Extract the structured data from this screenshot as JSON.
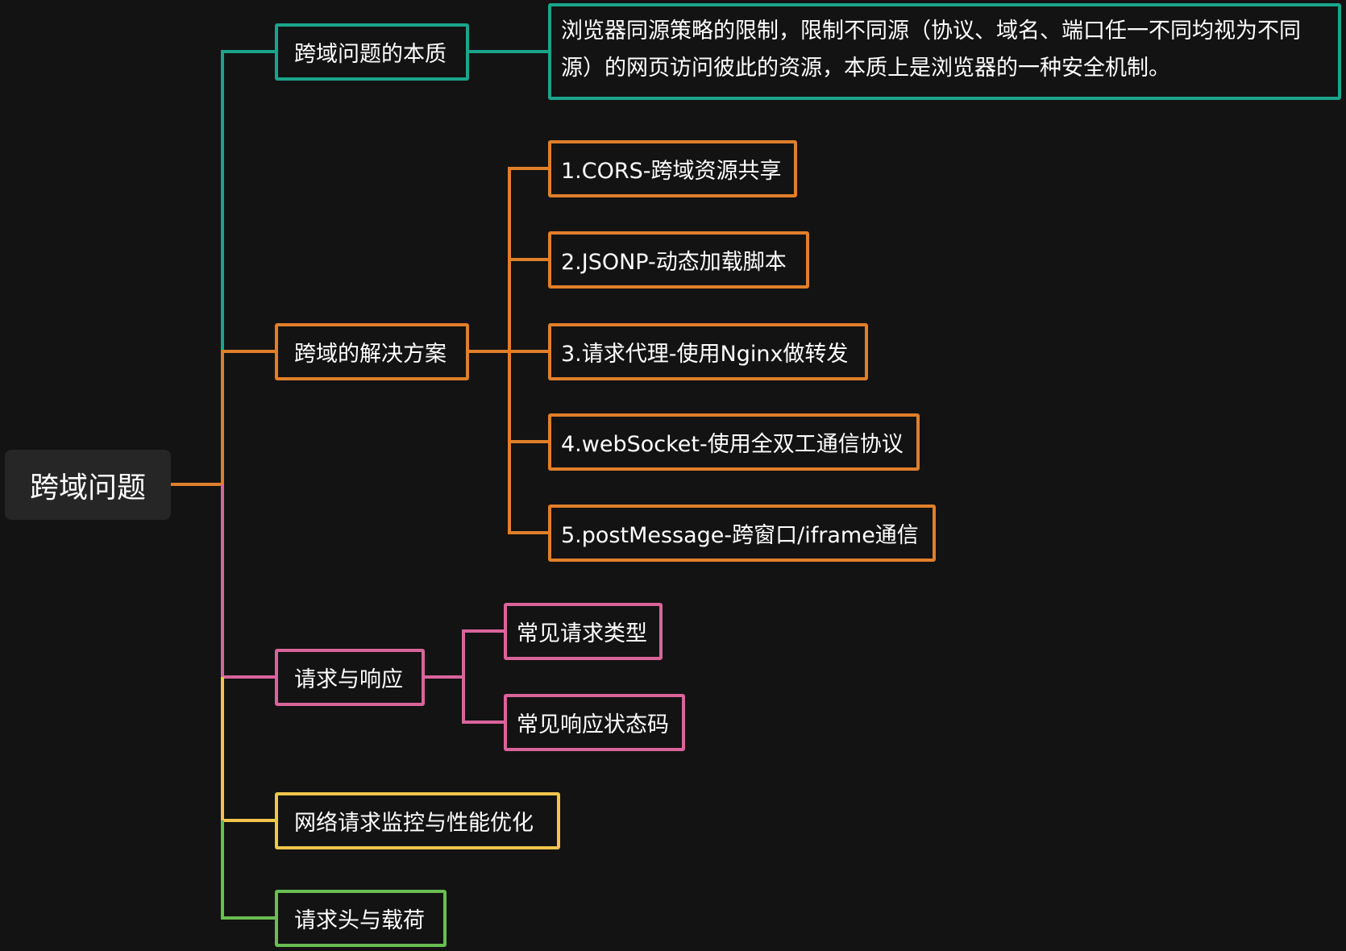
{
  "root": {
    "label": "跨域问题"
  },
  "branches": [
    {
      "label": "跨域问题的本质",
      "color": "#1aa58b",
      "children": [
        "浏览器同源策略的限制，限制不同源（协议、域名、端口任一不同均视为不同源）的网页访问彼此的资源，本质上是浏览器的一种安全机制。"
      ]
    },
    {
      "label": "跨域的解决方案",
      "color": "#e07f2a",
      "children": [
        "1.CORS-跨域资源共享",
        "2.JSONP-动态加载脚本",
        "3.请求代理-使用Nginx做转发",
        "4.webSocket-使用全双工通信协议",
        "5.postMessage-跨窗口/iframe通信"
      ]
    },
    {
      "label": "请求与响应",
      "color": "#d9649a",
      "children": [
        "常见请求类型",
        "常见响应状态码"
      ]
    },
    {
      "label": "网络请求监控与性能优化",
      "color": "#f1c44a",
      "children": []
    },
    {
      "label": "请求头与载荷",
      "color": "#6abd52",
      "children": []
    }
  ]
}
